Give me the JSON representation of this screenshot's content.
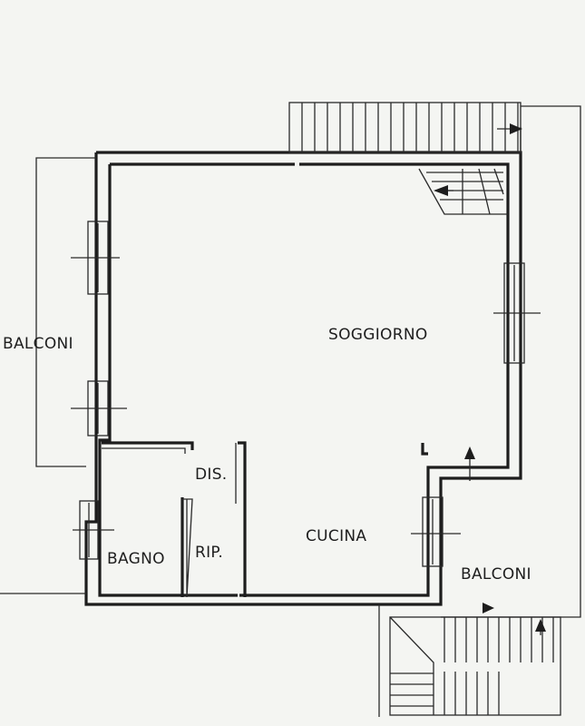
{
  "rooms": {
    "soggiorno": "SOGGIORNO",
    "cucina": "CUCINA",
    "dis": "DIS.",
    "rip": "RIP.",
    "bagno": "BAGNO",
    "balconi_left": "BALCONI",
    "balconi_right": "BALCONI"
  },
  "colors": {
    "background": "#f4f5f2",
    "line": "#1d1d1d"
  }
}
